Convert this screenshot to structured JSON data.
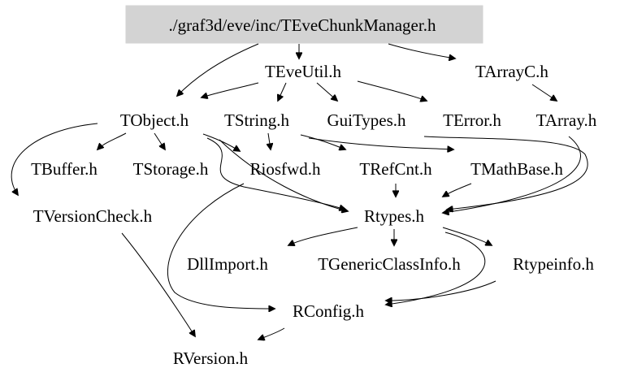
{
  "graph": {
    "root": "./graf3d/eve/inc/TEveChunkManager.h",
    "nodes": [
      "TEveUtil.h",
      "TArrayC.h",
      "TObject.h",
      "TString.h",
      "GuiTypes.h",
      "TError.h",
      "TArray.h",
      "TBuffer.h",
      "TStorage.h",
      "Riosfwd.h",
      "TRefCnt.h",
      "TMathBase.h",
      "TVersionCheck.h",
      "Rtypes.h",
      "DllImport.h",
      "TGenericClassInfo.h",
      "Rtypeinfo.h",
      "RConfig.h",
      "RVersion.h"
    ],
    "edges": [
      [
        "./graf3d/eve/inc/TEveChunkManager.h",
        "TObject.h"
      ],
      [
        "./graf3d/eve/inc/TEveChunkManager.h",
        "TEveUtil.h"
      ],
      [
        "./graf3d/eve/inc/TEveChunkManager.h",
        "TArrayC.h"
      ],
      [
        "TEveUtil.h",
        "TObject.h"
      ],
      [
        "TEveUtil.h",
        "TString.h"
      ],
      [
        "TEveUtil.h",
        "GuiTypes.h"
      ],
      [
        "TEveUtil.h",
        "TError.h"
      ],
      [
        "TArrayC.h",
        "TArray.h"
      ],
      [
        "TObject.h",
        "TBuffer.h"
      ],
      [
        "TObject.h",
        "TStorage.h"
      ],
      [
        "TObject.h",
        "TVersionCheck.h"
      ],
      [
        "TObject.h",
        "Riosfwd.h"
      ],
      [
        "TObject.h",
        "Rtypes.h"
      ],
      [
        "TString.h",
        "Riosfwd.h"
      ],
      [
        "TString.h",
        "TRefCnt.h"
      ],
      [
        "TString.h",
        "TMathBase.h"
      ],
      [
        "TString.h",
        "Rtypes.h"
      ],
      [
        "GuiTypes.h",
        "Rtypes.h"
      ],
      [
        "TArray.h",
        "Rtypes.h"
      ],
      [
        "TRefCnt.h",
        "Rtypes.h"
      ],
      [
        "TMathBase.h",
        "Rtypes.h"
      ],
      [
        "TVersionCheck.h",
        "RVersion.h"
      ],
      [
        "Rtypes.h",
        "DllImport.h"
      ],
      [
        "Rtypes.h",
        "TGenericClassInfo.h"
      ],
      [
        "Rtypes.h",
        "Rtypeinfo.h"
      ],
      [
        "Rtypes.h",
        "RConfig.h"
      ],
      [
        "Riosfwd.h",
        "RConfig.h"
      ],
      [
        "Rtypeinfo.h",
        "RConfig.h"
      ],
      [
        "RConfig.h",
        "RVersion.h"
      ]
    ]
  }
}
